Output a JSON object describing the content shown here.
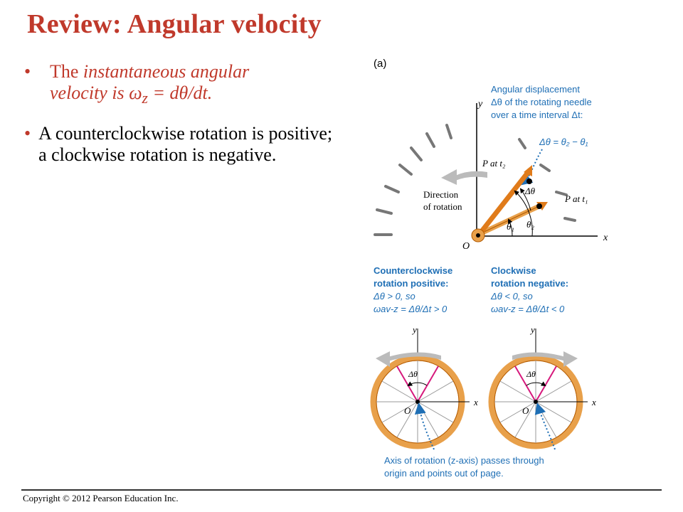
{
  "slide": {
    "title": "Review: Angular velocity",
    "bullet1": {
      "prefix": "The ",
      "em1": "instantaneous angular",
      "line2_a": "velocity is ",
      "omega": "ω",
      "sub_z": "z",
      "eq": " = dθ/dt."
    },
    "bullet2": "A counterclockwise rotation is positive; a clockwise rotation is negative.",
    "copyright": "Copyright © 2012 Pearson Education Inc."
  },
  "figure": {
    "panel_label": "(a)",
    "angdisp_1": "Angular displacement",
    "angdisp_2": "Δθ of the rotating needle",
    "angdisp_3": "over a time interval Δt:",
    "delta_eq": "Δθ = θ₂ − θ₁",
    "axis_y": "y",
    "axis_x": "x",
    "origin": "O",
    "p_t2": "P at t₂",
    "p_t1": "P at t₁",
    "delta_theta": "Δθ",
    "theta1": "θ₁",
    "theta2": "θ₂",
    "direction_1": "Direction",
    "direction_2": "of rotation",
    "ccw_1": "Counterclockwise",
    "ccw_2": "rotation positive:",
    "ccw_3": "Δθ > 0, so",
    "ccw_4": "ωav-z = Δθ/Δt > 0",
    "cw_1": "Clockwise",
    "cw_2": "rotation negative:",
    "cw_3": "Δθ < 0, so",
    "cw_4": "ωav-z = Δθ/Δt < 0",
    "axis_note_1": "Axis of rotation (z-axis) passes through",
    "axis_note_2": "origin and points out of page.",
    "colors": {
      "title_red": "#c0392b",
      "label_blue": "#1f6fb5",
      "needle_orange": "#e07b1a",
      "rim_orange": "#e8a04a",
      "magenta": "#d6197c"
    }
  }
}
